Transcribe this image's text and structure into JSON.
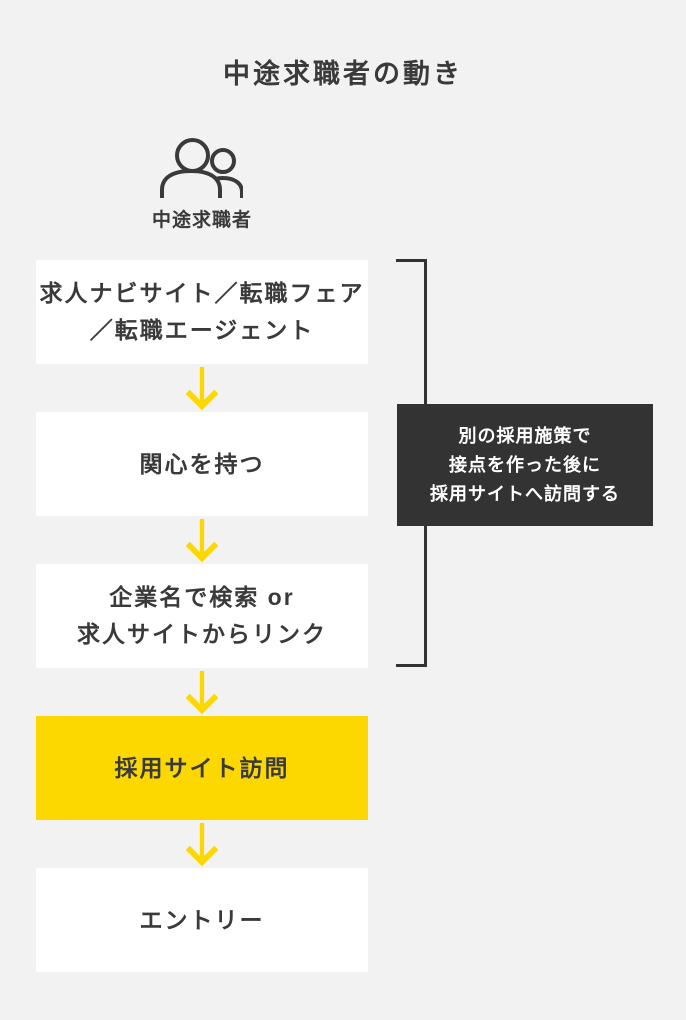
{
  "title": "中途求職者の動き",
  "actor": {
    "label": "中途求職者",
    "icon": "people-icon"
  },
  "flow": {
    "steps": [
      {
        "label": "求人ナビサイト／転職フェア\n／転職エージェント",
        "variant": "white"
      },
      {
        "label": "関心を持つ",
        "variant": "white"
      },
      {
        "label": "企業名で検索 or\n求人サイトからリンク",
        "variant": "white"
      },
      {
        "label": "採用サイト訪問",
        "variant": "yellow"
      },
      {
        "label": "エントリー",
        "variant": "white"
      }
    ],
    "arrow_icon": "arrow-down-icon"
  },
  "annotation": {
    "text": "別の採用施策で\n接点を作った後に\n採用サイトへ訪問する",
    "applies_to_steps": [
      1,
      2,
      3
    ]
  },
  "colors": {
    "background": "#f2f2f2",
    "box_white": "#ffffff",
    "accent_yellow": "#fcd800",
    "dark": "#333333",
    "text": "#3a3a3a"
  }
}
